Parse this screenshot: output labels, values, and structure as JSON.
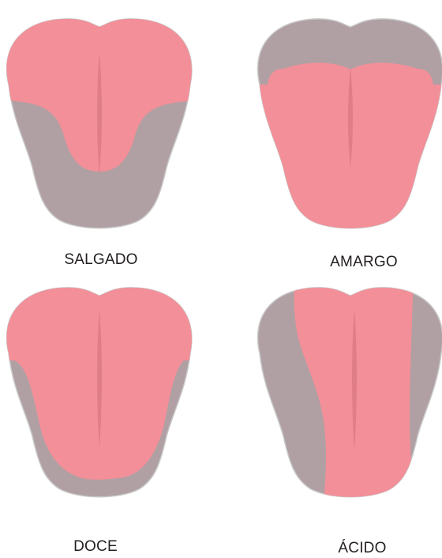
{
  "labels": {
    "salgado": "SALGADO",
    "amargo": "AMARGO",
    "doce": "DOCE",
    "acido": "ÁCIDO"
  },
  "colors": {
    "tongue_base": "#b0a0a3",
    "taste_zone": "#f38f98",
    "midline": "#e07e88",
    "outline": "#c9c9c9",
    "label_text": "#231f20"
  }
}
